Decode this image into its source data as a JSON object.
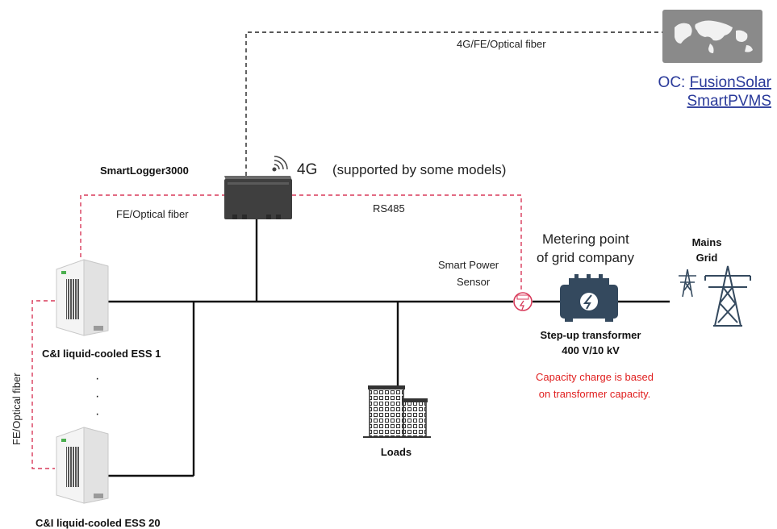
{
  "cloud": {
    "link_label": "4G/FE/Optical fiber",
    "oc_prefix": "OC: ",
    "oc_name_line1": "FusionSolar",
    "oc_name_line2": "SmartPVMS"
  },
  "logger": {
    "name": "SmartLogger3000",
    "wireless_label": "4G",
    "wireless_note": "(supported by some models)",
    "fe_label": "FE/Optical fiber",
    "rs485_label": "RS485"
  },
  "sensor": {
    "label_line1": "Smart Power",
    "label_line2": "Sensor"
  },
  "metering": {
    "line1": "Metering point",
    "line2": "of grid company"
  },
  "grid": {
    "line1": "Mains",
    "line2": "Grid"
  },
  "transformer": {
    "title": "Step-up transformer",
    "rating": "400 V/10 kV",
    "note_line1": "Capacity charge is based",
    "note_line2": "on transformer capacity."
  },
  "ess": {
    "unit1_label": "C&I liquid-cooled ESS 1",
    "unit20_label": "C&I liquid-cooled ESS 20",
    "fiber_label": "FE/Optical fiber",
    "ellipsis": [
      "·",
      "·",
      "·"
    ]
  },
  "loads": {
    "label": "Loads"
  },
  "colors": {
    "black_line": "#111111",
    "red_dashed": "#d83a5a",
    "accent_blue": "#2a3a9a",
    "note_red": "#e02020",
    "transformer_fill": "#34495e"
  }
}
